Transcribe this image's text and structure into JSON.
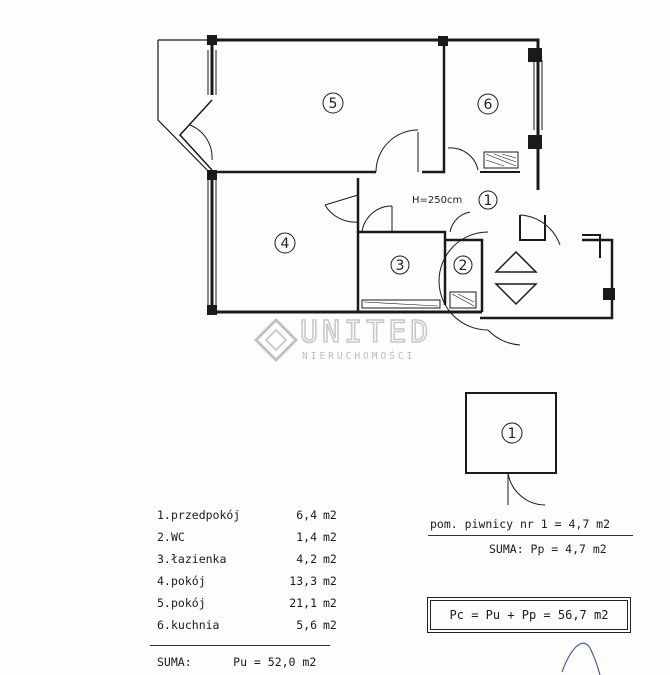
{
  "plan": {
    "height_note": "H=250cm",
    "rooms": [
      {
        "id": "room-5",
        "label": "5"
      },
      {
        "id": "room-6",
        "label": "6"
      },
      {
        "id": "room-4",
        "label": "4"
      },
      {
        "id": "room-1",
        "label": "1"
      },
      {
        "id": "room-3",
        "label": "3"
      },
      {
        "id": "room-2",
        "label": "2"
      },
      {
        "id": "cellar-1",
        "label": "1"
      }
    ]
  },
  "watermark": {
    "brand": "UNITED",
    "sub": "NIERUCHOMOŚCI"
  },
  "rooms_table": {
    "rows": [
      {
        "num": "1.",
        "name": "przedpokój",
        "value": "6,4",
        "unit": "m2"
      },
      {
        "num": "2.",
        "name": "WC",
        "value": "1,4",
        "unit": "m2"
      },
      {
        "num": "3.",
        "name": "łazienka",
        "value": "4,2",
        "unit": "m2"
      },
      {
        "num": "4.",
        "name": "pokój",
        "value": "13,3",
        "unit": "m2"
      },
      {
        "num": "5.",
        "name": "pokój",
        "value": "21,1",
        "unit": "m2"
      },
      {
        "num": "6.",
        "name": "kuchnia",
        "value": "5,6",
        "unit": "m2"
      }
    ],
    "sum": "SUMA:      Pu = 52,0 m2"
  },
  "cellar": {
    "line": "pom. piwnicy nr 1 = 4,7 m2",
    "sum": "SUMA: Pp = 4,7 m2"
  },
  "formula": "Pc = Pu + Pp = 56,7 m2"
}
